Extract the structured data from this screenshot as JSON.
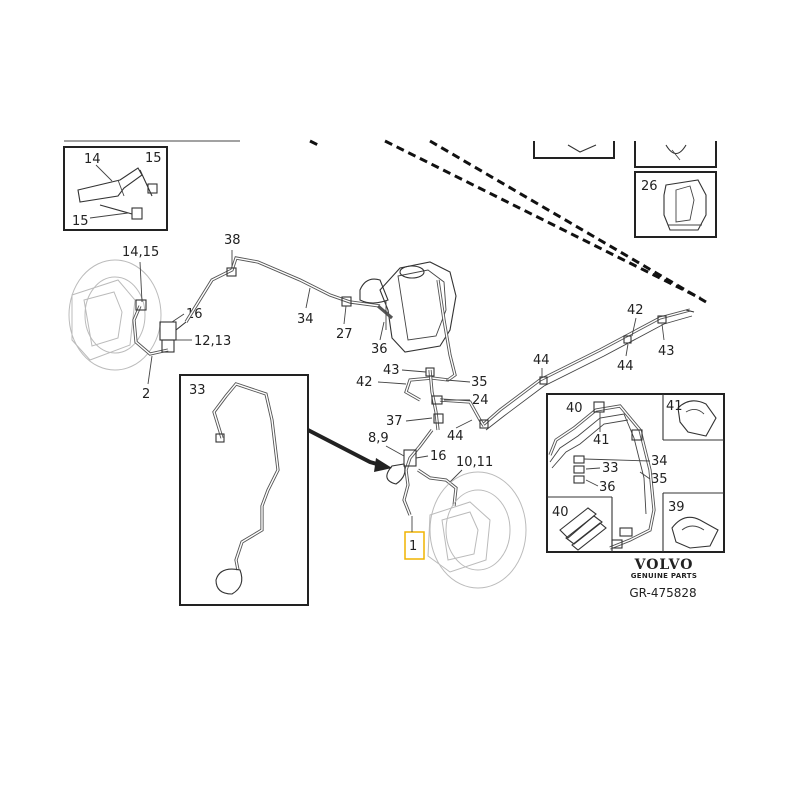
{
  "callouts": {
    "c14a": "14",
    "c15a": "15",
    "c15b": "15",
    "c14_15": "14,15",
    "c16a": "16",
    "c12_13": "12,13",
    "c2": "2",
    "c38": "38",
    "c34": "34",
    "c27": "27",
    "c36a": "36",
    "c33a": "33",
    "c43a": "43",
    "c42a": "42",
    "c35a": "35",
    "c24": "24",
    "c37": "37",
    "c8_9": "8,9",
    "c44a": "44",
    "c16b": "16",
    "c10_11": "10,11",
    "c1": "1",
    "c44b": "44",
    "c42b": "42",
    "c44c": "44",
    "c43b": "43",
    "c26": "26",
    "c40a": "40",
    "c41a": "41",
    "c41b": "41",
    "c34b": "34",
    "c33b": "33",
    "c35b": "35",
    "c36b": "36",
    "c40b": "40",
    "c39": "39"
  },
  "branding": {
    "brand_name": "VOLVO",
    "brand_tagline": "GENUINE PARTS",
    "diagram_ref": "GR-475828"
  },
  "colors": {
    "highlight": "#f0b400",
    "line": "#333333"
  }
}
